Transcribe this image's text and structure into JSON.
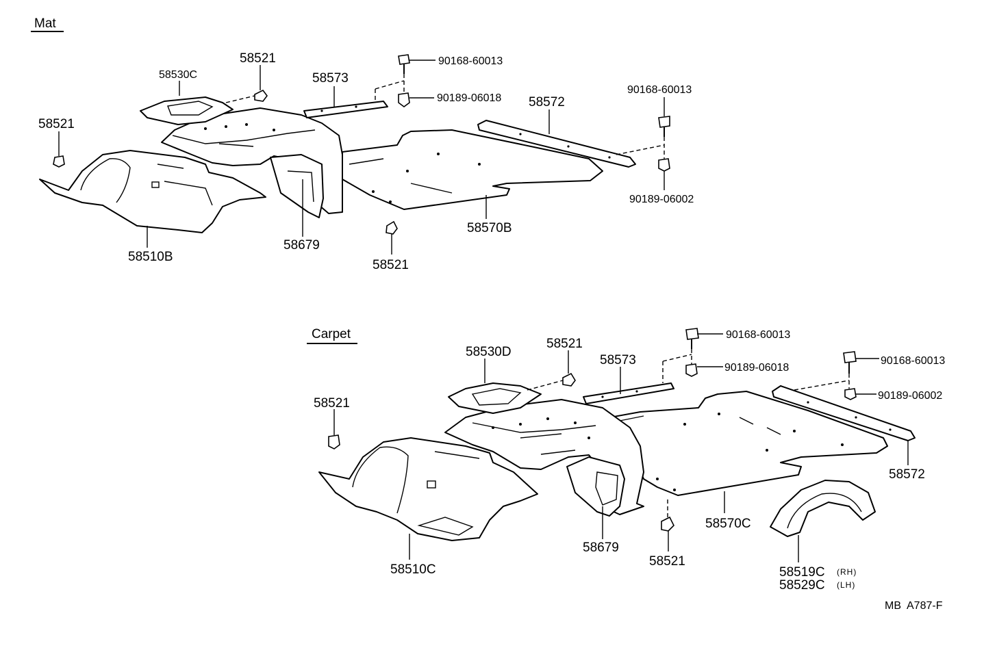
{
  "sections": {
    "mat": "Mat",
    "carpet": "Carpet"
  },
  "mat_labels": {
    "p58530C": "58530C",
    "p58521_top": "58521",
    "p58573": "58573",
    "p90168_a": "90168-60013",
    "p90189_a": "90189-06018",
    "p58572": "58572",
    "p90168_b": "90168-60013",
    "p90189_b": "90189-06002",
    "p58521_left": "58521",
    "p58510B": "58510B",
    "p58679": "58679",
    "p58521_bottom": "58521",
    "p58570B": "58570B"
  },
  "carpet_labels": {
    "p58530D": "58530D",
    "p58521_top": "58521",
    "p58573": "58573",
    "p90168_a": "90168-60013",
    "p90189_a": "90189-06018",
    "p90168_b": "90168-60013",
    "p90189_b": "90189-06002",
    "p58521_left": "58521",
    "p58572": "58572",
    "p58570C": "58570C",
    "p58510C": "58510C",
    "p58679": "58679",
    "p58521_bottom": "58521",
    "p58519C": "58519C",
    "rh": "(RH)",
    "p58529C": "58529C",
    "lh": "(LH)"
  },
  "diagram_code": "MB  A787-F"
}
